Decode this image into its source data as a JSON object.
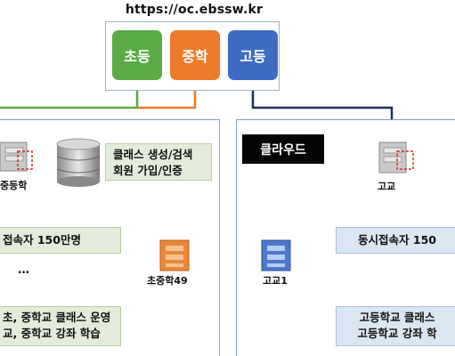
{
  "url": "https://oc.ebssw.kr",
  "levels": {
    "elementary": "초등",
    "middle": "중학",
    "high": "고등"
  },
  "cloud_label": "클라우드",
  "left_panel": {
    "main_server_label": "중등학",
    "db_card": "클래스 생성/검색\n회원 가입/인증",
    "users_card": "접속자 150만명",
    "dots": "…",
    "node_label": "초중학49",
    "bottom_card": "초, 중학교 클래스 운영\n교, 중학교 강좌 학습"
  },
  "right_panel": {
    "main_server_label": "고교",
    "node_label": "고교1",
    "users_card": "동시접속자 150",
    "bottom_card": "고등학교 클래스\n고등학교 강좌 학"
  },
  "colors": {
    "elementary": "#5aab45",
    "middle": "#ee7a2b",
    "high": "#3e6bc4",
    "navy_line": "#1f2f5c",
    "green_line": "#5aab45"
  },
  "icons": [
    "server-stack-icon",
    "database-icon",
    "server-rack-icon"
  ]
}
